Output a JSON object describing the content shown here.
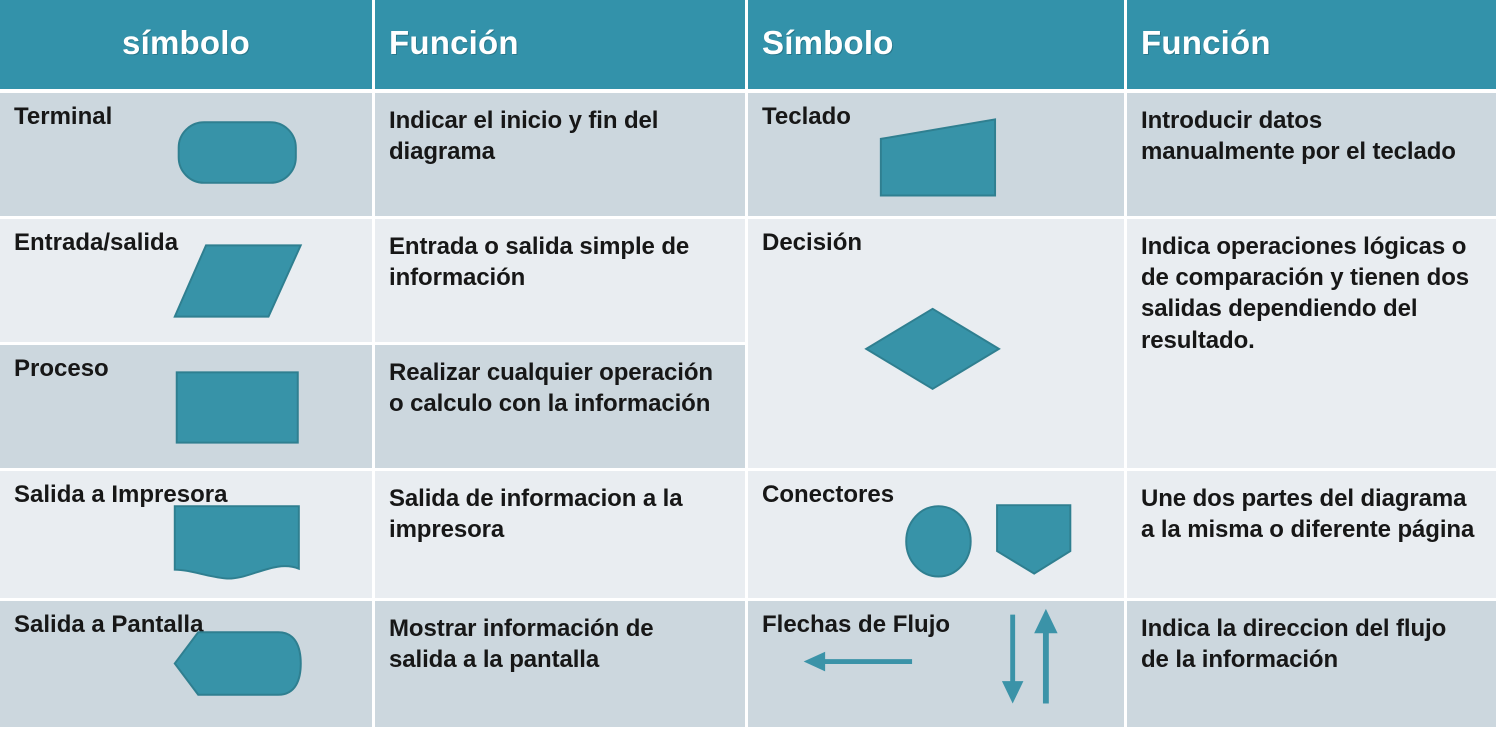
{
  "header": {
    "col1": "símbolo",
    "col2": "Función",
    "col3": "Símbolo",
    "col4": "Función"
  },
  "colors": {
    "header_bg": "#3392aa",
    "shape_fill": "#3793a8",
    "shape_stroke": "#2f7f90",
    "row_alt_dark": "#ccd7de",
    "row_alt_light": "#e9edf1",
    "text": "#171717",
    "arrow": "#3b93a8"
  },
  "left_column": [
    {
      "name": "Terminal",
      "shape": "terminal-rounded-rectangle",
      "function": "Indicar el inicio y fin del diagrama"
    },
    {
      "name": "Entrada/salida",
      "shape": "parallelogram",
      "function": "Entrada o salida simple de información"
    },
    {
      "name": "Proceso",
      "shape": "rectangle",
      "function": "Realizar cualquier operación o calculo con la información"
    },
    {
      "name": "Salida a Impresora",
      "shape": "document-wavy-bottom",
      "function": "Salida de informacion a la impresora"
    },
    {
      "name": "Salida a Pantalla",
      "shape": "display-hexagon",
      "function": "Mostrar información de salida a la pantalla"
    }
  ],
  "right_column": [
    {
      "name": "Teclado",
      "shape": "keyboard-trapezoid",
      "function": "Introducir datos manualmente por el teclado"
    },
    {
      "name": "Decisión",
      "shape": "diamond",
      "function": "Indica operaciones lógicas o de comparación y tienen dos salidas dependiendo del resultado."
    },
    {
      "name": "Conectores",
      "shape": "circle-and-offpage-connector",
      "function": "Une dos partes del diagrama a la misma o diferente página"
    },
    {
      "name": "Flechas de Flujo",
      "shape": "flow-arrows",
      "function": "Indica la direccion del flujo de la información"
    }
  ]
}
